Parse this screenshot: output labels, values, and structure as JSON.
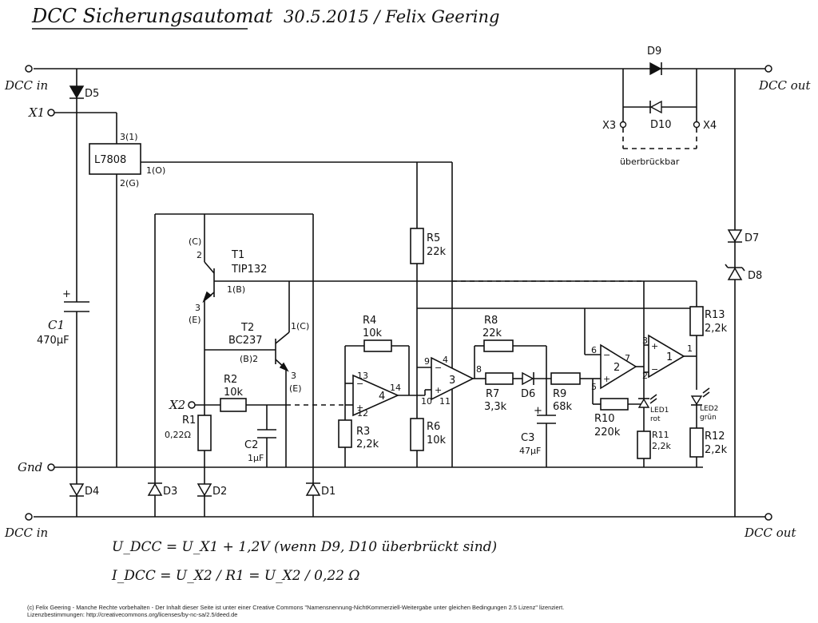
{
  "header": {
    "title": "DCC Sicherungsautomat",
    "date_author": "30.5.2015 / Felix Geering"
  },
  "terminals": {
    "dcc_in_top": "DCC in",
    "dcc_in_bottom": "DCC in",
    "dcc_out_top": "DCC out",
    "dcc_out_bottom": "DCC out",
    "x1": "X1",
    "x2": "X2",
    "x3": "X3",
    "x4": "X4",
    "gnd": "Gnd",
    "bridgeable": "überbrückbar"
  },
  "regulator": {
    "name": "L7808",
    "pin_in": "3(1)",
    "pin_out": "1(O)",
    "pin_gnd": "2(G)"
  },
  "transistors": {
    "t1_name": "T1",
    "t1_type": "TIP132",
    "t1_c": "(C)",
    "t1_c_pin": "2",
    "t1_b": "1(B)",
    "t1_e_pin": "3",
    "t1_e": "(E)",
    "t2_name": "T2",
    "t2_type": "BC237",
    "t2_c": "1(C)",
    "t2_b": "(B)2",
    "t2_e_pin": "3",
    "t2_e": "(E)"
  },
  "diodes": {
    "d1": "D1",
    "d2": "D2",
    "d3": "D3",
    "d4": "D4",
    "d5": "D5",
    "d6": "D6",
    "d7": "D7",
    "d8": "D8",
    "d9": "D9",
    "d10": "D10"
  },
  "resistors": {
    "r1": "R1",
    "r1_val": "0,22Ω",
    "r2": "R2",
    "r2_val": "10k",
    "r3": "R3",
    "r3_val": "2,2k",
    "r4": "R4",
    "r4_val": "10k",
    "r5": "R5",
    "r5_val": "22k",
    "r6": "R6",
    "r6_val": "10k",
    "r7": "R7",
    "r7_val": "3,3k",
    "r8": "R8",
    "r8_val": "22k",
    "r9": "R9",
    "r9_val": "68k",
    "r10": "R10",
    "r10_val": "220k",
    "r11": "R11",
    "r11_val": "2,2k",
    "r12": "R12",
    "r12_val": "2,2k",
    "r13": "R13",
    "r13_val": "2,2k"
  },
  "capacitors": {
    "c1": "C1",
    "c1_val": "470µF",
    "c1_plus": "+",
    "c2": "C2",
    "c2_val": "1µF",
    "c3": "C3",
    "c3_val": "47µF",
    "c3_plus": "+"
  },
  "leds": {
    "led1": "LED1",
    "led1_color": "rot",
    "led2": "LED2",
    "led2_color": "grün"
  },
  "opamps": {
    "u4_num": "4",
    "u4_p13": "13",
    "u4_p12": "12",
    "u4_p14": "14",
    "u3_num": "3",
    "u3_p9": "9",
    "u3_p10": "10",
    "u3_p8": "8",
    "u3_p4": "4",
    "u3_p11": "11",
    "u2_num": "2",
    "u2_p6": "6",
    "u2_p5": "5",
    "u2_p7": "7",
    "u1_num": "1",
    "u1_p3": "3",
    "u1_p2": "2",
    "u1_p1": "1"
  },
  "equations": {
    "eq1": "U_DCC = U_X1 + 1,2V   (wenn D9, D10 überbrückt sind)",
    "eq2": "I_DCC = U_X2 / R1  = U_X2 / 0,22 Ω"
  },
  "footer": {
    "line1": "(c) Felix Geering - Manche Rechte vorbehalten - Der Inhalt dieser Seite ist unter einer Creative Commons \"Namensnennung-NichtKommerziell-Weitergabe unter gleichen Bedingungen 2.5 Lizenz\" lizenziert.",
    "line2": "Lizenzbestimmungen: http://creativecommons.org/licenses/by-nc-sa/2.5/deed.de"
  }
}
